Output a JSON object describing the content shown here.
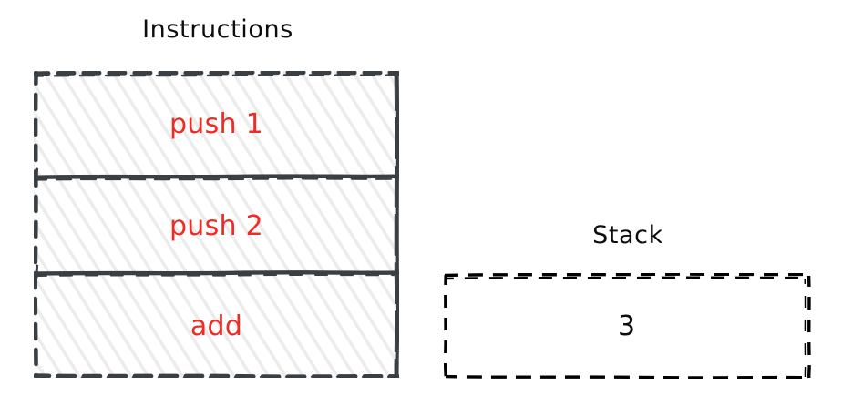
{
  "diagram": {
    "background_color": "#ffffff",
    "instructions": {
      "title": "Instructions",
      "title_color": "#0d0d0d",
      "border_color": "#3a3f44",
      "fill_pattern_color": "#ececec",
      "text_color": "#ee2b24",
      "rows": [
        {
          "label": "push 1"
        },
        {
          "label": "push 2"
        },
        {
          "label": "add"
        }
      ]
    },
    "stack": {
      "title": "Stack",
      "title_color": "#0d0d0d",
      "border_color": "#000000",
      "text_color": "#0d0d0d",
      "cells": [
        {
          "value": "3"
        }
      ]
    }
  }
}
